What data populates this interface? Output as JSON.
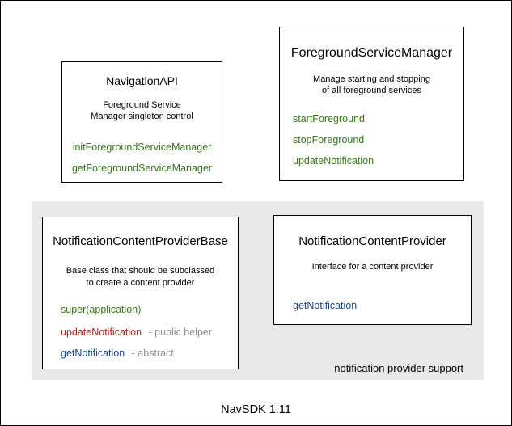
{
  "boxes": {
    "navigation_api": {
      "title": "NavigationAPI",
      "desc1": "Foreground Service",
      "desc2": "Manager singleton control",
      "method1": "initForegroundServiceManager",
      "method2": "getForegroundServiceManager"
    },
    "foreground_service_manager": {
      "title": "ForegroundServiceManager",
      "desc1": "Manage starting and stopping",
      "desc2": "of all foreground services",
      "method1": "startForeground",
      "method2": "stopForeground",
      "method3": "updateNotification"
    },
    "notification_content_provider_base": {
      "title": "NotificationContentProviderBase",
      "desc1": "Base class that should be subclassed",
      "desc2": "to create a content provider",
      "method1": "super(application)",
      "method2": "updateNotification",
      "method2_note": "- public helper",
      "method3": "getNotification",
      "method3_note": "- abstract"
    },
    "notification_content_provider": {
      "title": "NotificationContentProvider",
      "desc1": "Interface for a content provider",
      "method1": "getNotification"
    }
  },
  "panel": {
    "label": "notification provider support"
  },
  "footer": {
    "sdk_label": "NavSDK 1.11"
  },
  "colors": {
    "method_green": "#38761d",
    "method_red": "#a5291f",
    "method_blue": "#1c4587",
    "note_gray": "#8e8e8e",
    "panel_background": "#e9e9e9",
    "box_border": "#000000"
  }
}
